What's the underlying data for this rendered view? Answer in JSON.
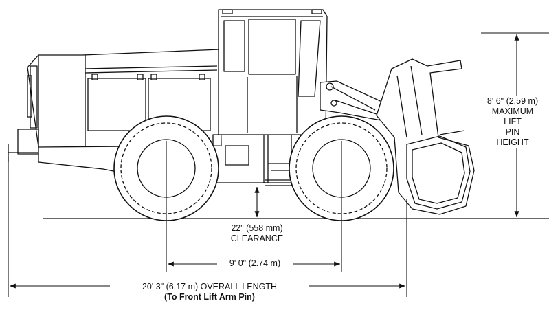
{
  "dimensions": {
    "lift_height": {
      "value": "8' 6\" (2.59 m)",
      "lines": [
        "MAXIMUM",
        "LIFT",
        "PIN",
        "HEIGHT"
      ]
    },
    "clearance": {
      "value": "22\" (558 mm)",
      "label": "CLEARANCE"
    },
    "wheelbase": {
      "value": "9' 0\" (2.74 m)"
    },
    "overall_length": {
      "value": "20' 3\" (6.17 m) OVERALL LENGTH",
      "note": "(To Front Lift Arm Pin)"
    }
  },
  "colors": {
    "line": "#111111",
    "background": "#ffffff"
  }
}
